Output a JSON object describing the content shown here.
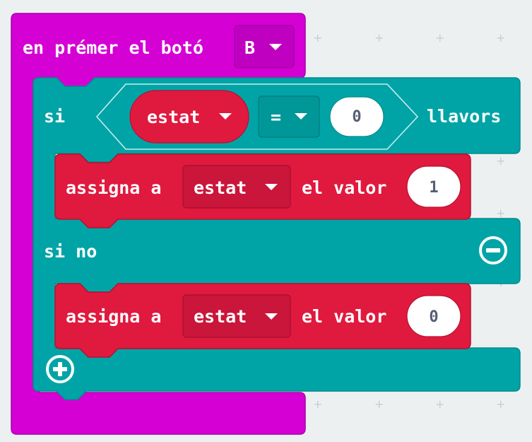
{
  "event_block": {
    "label": "en prémer el botó",
    "button_value": "B",
    "color": "#d400d4"
  },
  "if_block": {
    "if_label": "si",
    "then_label": "llavors",
    "else_label": "si no",
    "color": "#00a4a6",
    "condition": {
      "variable": "estat",
      "operator": "=",
      "value": "0"
    },
    "remove_icon": "minus-circle-icon",
    "add_icon": "plus-circle-icon"
  },
  "then_branch": {
    "set_label": "assigna a",
    "variable": "estat",
    "value_label": "el valor",
    "value": "1",
    "color": "#e0193f"
  },
  "else_branch": {
    "set_label": "assigna a",
    "variable": "estat",
    "value_label": "el valor",
    "value": "0",
    "color": "#e0193f"
  }
}
